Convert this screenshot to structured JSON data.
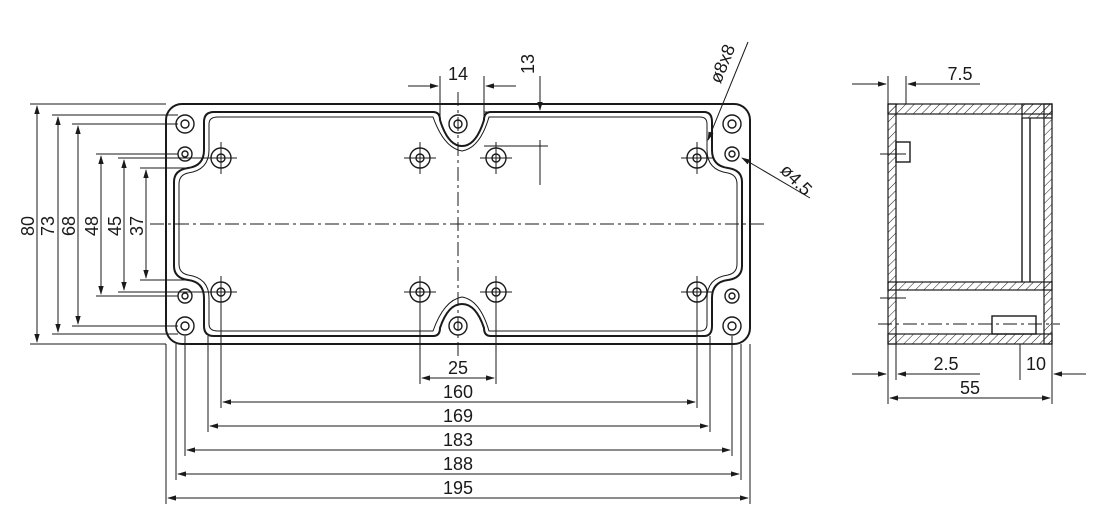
{
  "front_view": {
    "vertical_dims": [
      "80",
      "73",
      "68",
      "48",
      "45",
      "37"
    ],
    "top_dims": {
      "boss_width": "14",
      "boss_offset": "13"
    },
    "hole_callouts": {
      "corner": "ø8x8",
      "small": "ø4.5"
    },
    "bottom_dims": [
      "25",
      "160",
      "169",
      "183",
      "188",
      "195"
    ]
  },
  "side_view": {
    "wall_dim": "7.5",
    "lip_dim": "2.5",
    "lid_dim": "10",
    "depth_dim": "55"
  },
  "colors": {
    "line": "#1a1a1a",
    "background": "#ffffff"
  }
}
